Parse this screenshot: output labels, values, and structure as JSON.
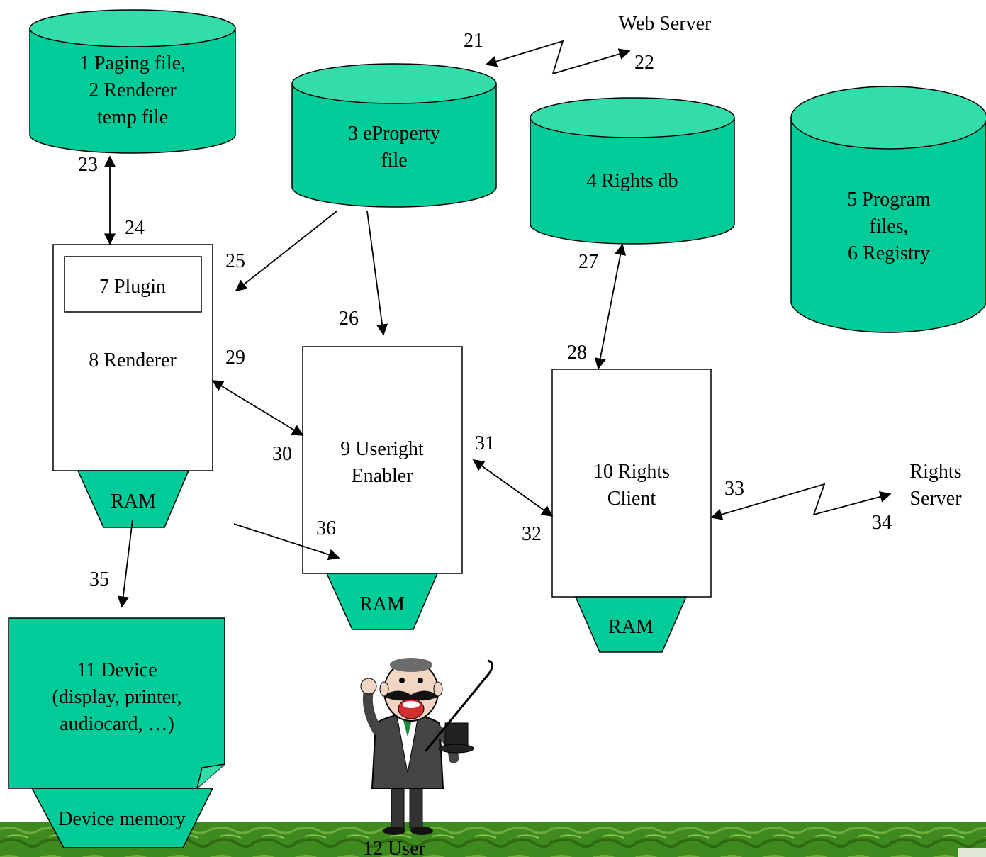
{
  "colors": {
    "storage_fill": "#00cc99",
    "storage_top": "#33ddaa",
    "storage_stroke": "#000000",
    "footer_green": "#3f8a1e",
    "box_fill": "#ffffff"
  },
  "storage": {
    "paging": [
      "1 Paging file,",
      "2 Renderer",
      "temp file"
    ],
    "eproperty": [
      "3 eProperty",
      "file"
    ],
    "rights_db": [
      "4 Rights db"
    ],
    "program": [
      "5 Program",
      "files,",
      "6 Registry"
    ]
  },
  "components": {
    "plugin": "7 Plugin",
    "renderer": "8 Renderer",
    "useright": [
      "9 Useright",
      "Enabler"
    ],
    "rights_client": [
      "10 Rights",
      "Client"
    ],
    "ram": "RAM"
  },
  "device": {
    "label": [
      "11 Device",
      "(display, printer,",
      "audiocard, …)"
    ],
    "memory": "Device memory"
  },
  "external": {
    "web_server": "Web Server",
    "rights_server": [
      "Rights",
      "Server"
    ],
    "user": "12 User"
  },
  "arrow_labels": {
    "n21": "21",
    "n22": "22",
    "n23": "23",
    "n24": "24",
    "n25": "25",
    "n26": "26",
    "n27": "27",
    "n28": "28",
    "n29": "29",
    "n30": "30",
    "n31": "31",
    "n32": "32",
    "n33": "33",
    "n34": "34",
    "n35": "35",
    "n36": "36"
  },
  "icons": {
    "user": "cartoon-showman-icon"
  }
}
